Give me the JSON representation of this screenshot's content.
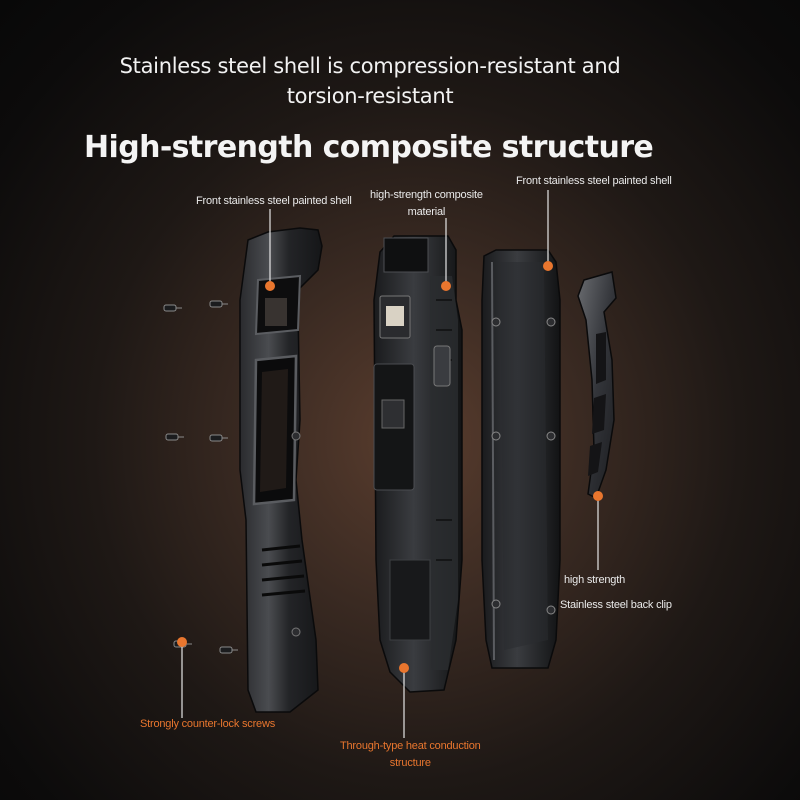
{
  "headline": {
    "line1": "Stainless steel shell is compression-resistant and",
    "line2": "torsion-resistant"
  },
  "title": "High-strength composite structure",
  "labels": {
    "front_shell_left": "Front stainless steel painted shell",
    "composite_line1": "high-strength composite",
    "composite_line2": "material",
    "front_shell_right": "Front stainless steel painted shell",
    "high_strength": "high strength",
    "back_clip": "Stainless steel back clip",
    "screws": "Strongly counter-lock screws",
    "heat_line1": "Through-type heat conduction",
    "heat_line2": "structure"
  },
  "colors": {
    "accent": "#e9762e",
    "text": "#f2f2f2",
    "metal_dark": "#1b1c1e",
    "metal_light": "#55575b"
  }
}
